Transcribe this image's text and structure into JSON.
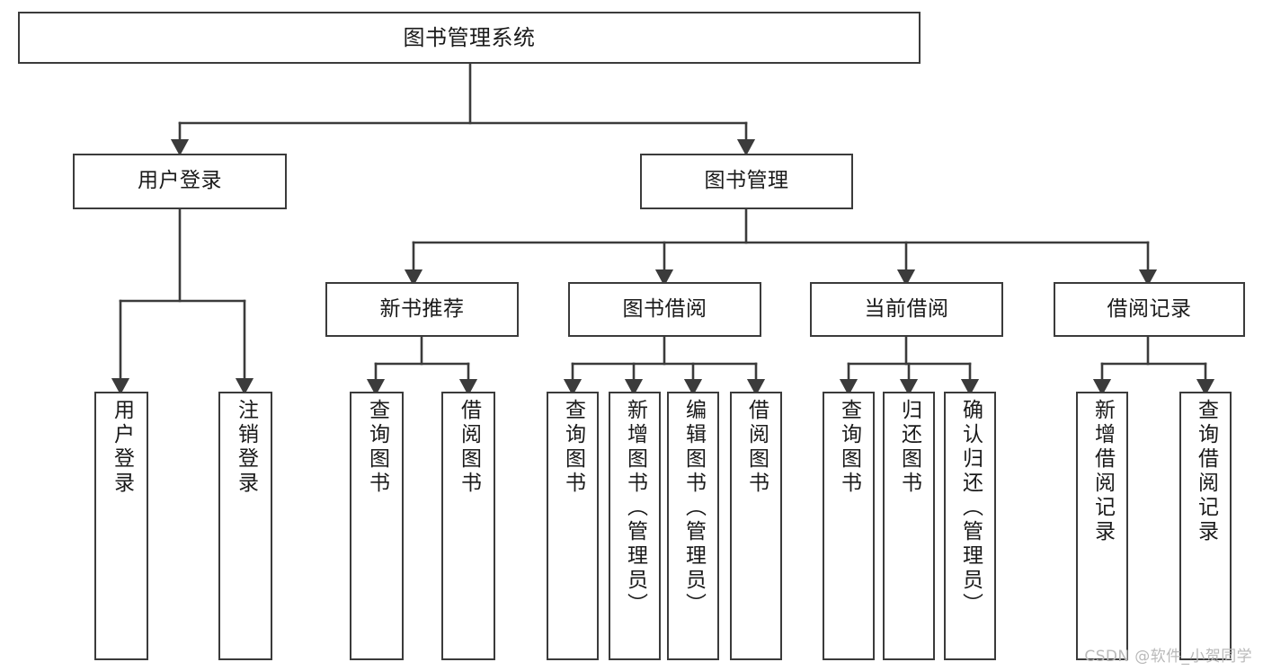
{
  "diagram": {
    "title": "图书管理系统",
    "watermark": "CSDN @软件_小贺同学",
    "line_color": "#3b3b3b",
    "box_fill": "#ffffff",
    "text_color": "#1a1a1a",
    "watermark_color": "#b9b9b9",
    "nodes": {
      "root": "图书管理系统",
      "user_login": "用户登录",
      "book_manage": "图书管理",
      "new_book_rec": "新书推荐",
      "book_borrow": "图书借阅",
      "current_borrow": "当前借阅",
      "borrow_record": "借阅记录",
      "leaf_user_login": "用户登录",
      "leaf_logout": "注销登录",
      "leaf_query_book_1": "查询图书",
      "leaf_borrow_book_1": "借阅图书",
      "leaf_query_book_2": "查询图书",
      "leaf_add_book": "新增图书（管理员）",
      "leaf_edit_book": "编辑图书（管理员）",
      "leaf_borrow_book_2": "借阅图书",
      "leaf_query_book_3": "查询图书",
      "leaf_return_book": "归还图书",
      "leaf_confirm_return": "确认归还（管理员）",
      "leaf_add_record": "新增借阅记录",
      "leaf_query_record": "查询借阅记录"
    }
  }
}
